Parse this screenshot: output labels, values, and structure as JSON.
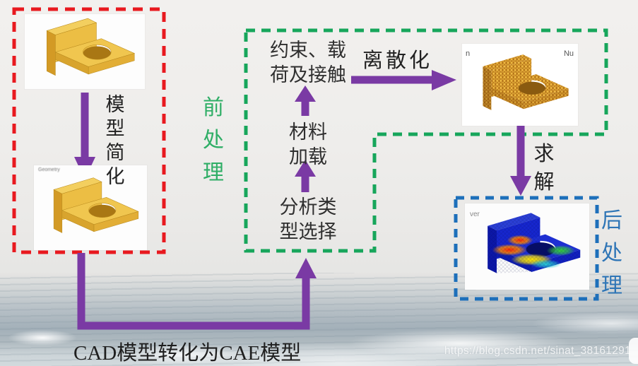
{
  "stage_cad": {
    "simplify_label": "模\n型\n简\n化",
    "model2_caption": "Geometry"
  },
  "stage_pre": {
    "title": "前\n处\n理",
    "steps": [
      "分析类\n型选择",
      "材料\n加载",
      "约束、载\n荷及接触"
    ],
    "discretize_label": "离散化",
    "mesh_caption_left": "n",
    "mesh_caption_right": "Nu"
  },
  "stage_post": {
    "title": "后\n处\n理",
    "solve_label": "求\n解",
    "result_caption": "ver"
  },
  "footer": {
    "caption": "CAD模型转化为CAE模型",
    "watermark": "https://blog.csdn.net/sinat_38161291"
  },
  "colors": {
    "cad_box": "#e8191f",
    "pre_box": "#17a65b",
    "post_box": "#1d6fba",
    "arrow": "#7a3aa4",
    "pre_text": "#2fae66",
    "post_text": "#2e75b6"
  }
}
